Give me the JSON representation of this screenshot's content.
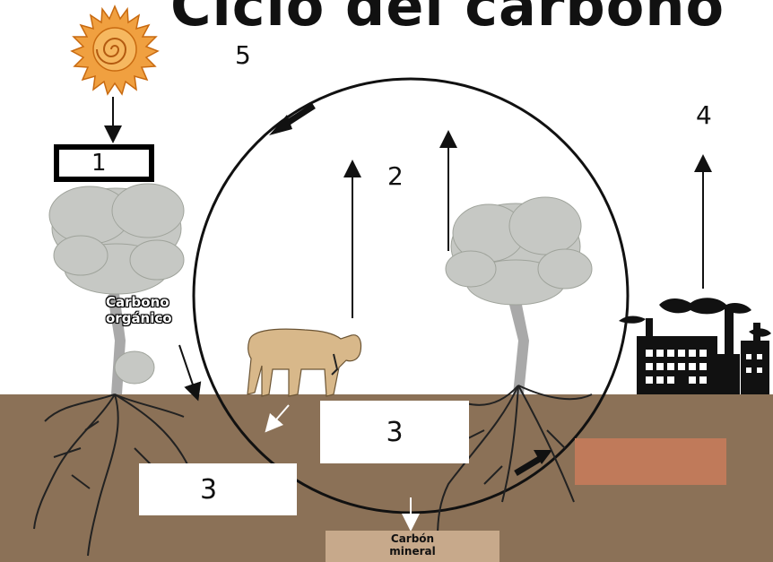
{
  "diagram": {
    "title": "Ciclo del carbono",
    "labels": {
      "one": "1",
      "two": "2",
      "three_upper": "3",
      "three_lower": "3",
      "four": "4",
      "five": "5",
      "carbono_organico_line1": "Carbono",
      "carbono_organico_line2": "orgánico",
      "carbon_mineral_line1": "Carbón",
      "carbon_mineral_line2": "mineral"
    },
    "colors": {
      "soil": "#8b7157",
      "sky": "#ffffff",
      "tree_foliage": "#c6c8c4",
      "tree_trunk": "#a9a9a9",
      "sun": "#f0a040",
      "swatch": "#c07a5a",
      "mineral_box": "#c7a98b",
      "cow": "#d8b88a"
    },
    "icons": [
      "sun-icon",
      "tree-icon",
      "cow-icon",
      "factory-icon",
      "roots-icon"
    ]
  }
}
